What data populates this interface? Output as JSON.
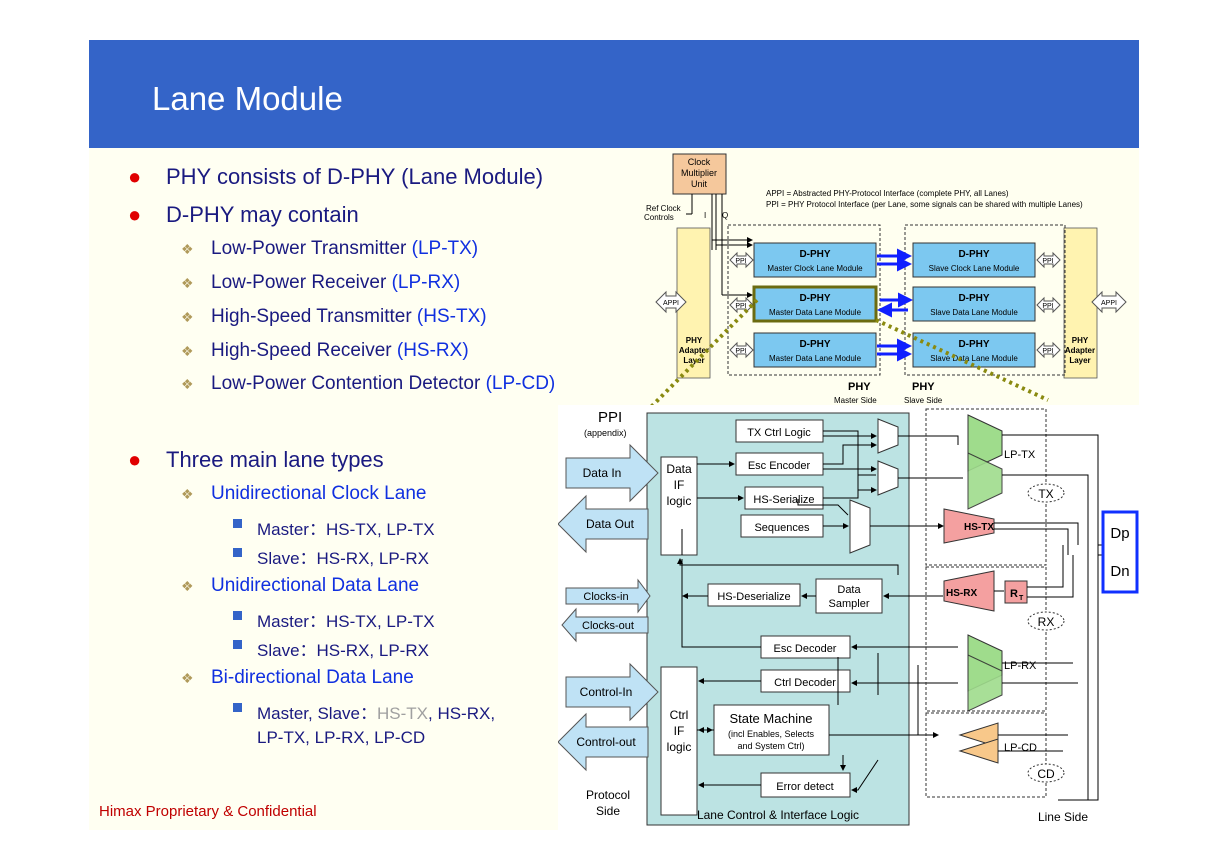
{
  "title": "Lane Module",
  "footer": "Himax Proprietary & Confidential",
  "bullets": {
    "b1": "PHY consists of D-PHY (Lane Module)",
    "b2": "D-PHY may contain",
    "sub": [
      {
        "text": "Low-Power Transmitter ",
        "hl": "(LP-TX)"
      },
      {
        "text": "Low-Power Receiver ",
        "hl": "(LP-RX)"
      },
      {
        "text": "High-Speed Transmitter ",
        "hl": "(HS-TX)"
      },
      {
        "text": "High-Speed Receiver ",
        "hl": "(HS-RX)"
      },
      {
        "text": "Low-Power Contention Detector ",
        "hl": "(LP-CD)"
      }
    ],
    "b3": "Three main lane types",
    "types": [
      {
        "label": "Unidirectional Clock Lane",
        "items": [
          "Master：HS-TX, LP-TX",
          "Slave：HS-RX, LP-RX"
        ]
      },
      {
        "label": "Unidirectional Data Lane",
        "items": [
          "Master：HS-TX, LP-TX",
          "Slave：HS-RX, LP-RX"
        ]
      },
      {
        "label": "Bi-directional Data Lane",
        "items_prefix": "Master, Slave：",
        "items_gray": "HS-TX",
        "items_rest": ", HS-RX,",
        "items_line2": "LP-TX, LP-RX, LP-CD"
      }
    ]
  },
  "top_diagram": {
    "clock_unit": [
      "Clock",
      "Multiplier",
      "Unit"
    ],
    "ref_clock": [
      "Ref Clock",
      "Controls"
    ],
    "iq": [
      "I",
      "Q"
    ],
    "legend": [
      "APPI = Abstracted PHY-Protocol Interface (complete PHY, all Lanes)",
      "PPI    = PHY Protocol Interface (per Lane, some signals can be shared with multiple Lanes)"
    ],
    "appi": "APPI",
    "ppi": "PPI",
    "phy_adapter": [
      "PHY",
      "Adapter",
      "Layer"
    ],
    "dphy": "D-PHY",
    "master_modules": [
      "Master Clock Lane Module",
      "Master Data Lane Module",
      "Master Data Lane Module"
    ],
    "slave_modules": [
      "Slave Clock Lane Module",
      "Slave Data Lane Module",
      "Slave Data Lane Module"
    ],
    "phy": "PHY",
    "master_side": "Master Side",
    "slave_side": "Slave Side"
  },
  "bottom_diagram": {
    "ppi": "PPI",
    "appendix": "(appendix)",
    "data_in": "Data In",
    "data_out": "Data Out",
    "clocks_in": "Clocks-in",
    "clocks_out": "Clocks-out",
    "control_in": "Control-In",
    "control_out": "Control-out",
    "protocol_side": [
      "Protocol",
      "Side"
    ],
    "lane_ctrl": "Lane Control & Interface Logic",
    "line_side": "Line Side",
    "data_if": [
      "Data",
      "IF",
      "logic"
    ],
    "ctrl_if": [
      "Ctrl",
      "IF",
      "logic"
    ],
    "tx_ctrl": "TX Ctrl Logic",
    "esc_encoder": "Esc Encoder",
    "hs_serialize": "HS-Serialize",
    "sequences": "Sequences",
    "hs_deserialize": "HS-Deserialize",
    "data_sampler": [
      "Data",
      "Sampler"
    ],
    "esc_decoder": "Esc Decoder",
    "ctrl_decoder": "Ctrl Decoder",
    "state_machine": [
      "State Machine",
      "(incl Enables, Selects",
      "and System Ctrl)"
    ],
    "error_detect": "Error detect",
    "lp_tx": "LP-TX",
    "hs_tx": "HS-TX",
    "hs_rx": "HS-RX",
    "rt": "R",
    "rt_sub": "T",
    "lp_rx": "LP-RX",
    "lp_cd": "LP-CD",
    "tx": "TX",
    "rx": "RX",
    "cd": "CD",
    "dp": "Dp",
    "dn": "Dn"
  }
}
